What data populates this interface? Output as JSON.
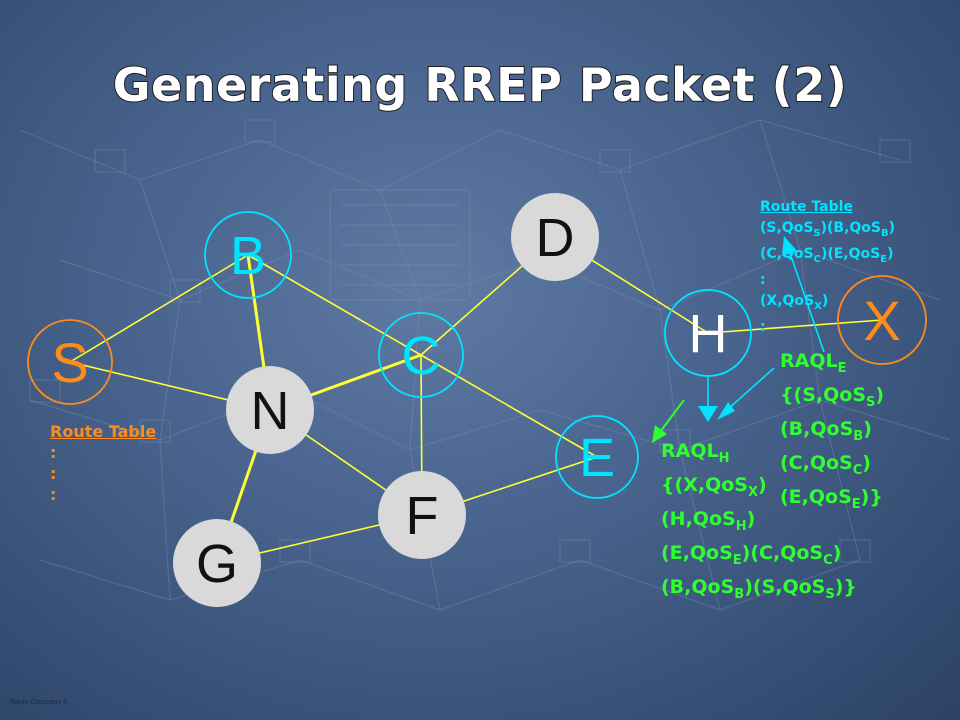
{
  "title": "Generating RREP Packet (2)",
  "footer": "Route Discovery 8",
  "colors": {
    "node_fill": "#d9d9d9",
    "edge": "#ffff33",
    "cyan": "#00e5ff",
    "orange": "#ff8c1a",
    "green": "#2fff2f"
  },
  "nodes": {
    "S": "S",
    "B": "B",
    "C": "C",
    "D": "D",
    "N": "N",
    "E": "E",
    "F": "F",
    "G": "G",
    "H": "H",
    "X": "X"
  },
  "left_route_table": {
    "title": "Route Table",
    "dots": [
      ":",
      ":",
      ":"
    ]
  },
  "right_route_table": {
    "title": "Route Table",
    "lines": [
      [
        [
          "(S,QoS",
          "S",
          ")(B,QoS",
          "B",
          ")"
        ]
      ],
      [
        [
          "(C,QoS",
          "C",
          ")(E,QoS",
          "E",
          ")"
        ]
      ],
      [
        [
          ":"
        ]
      ],
      [
        [
          "(X,QoS",
          "X",
          ")"
        ]
      ],
      [
        [
          ":"
        ]
      ]
    ]
  },
  "raql_e": {
    "head": [
      "RAQL",
      "E"
    ],
    "lines": [
      [
        "{(S,QoS",
        "S",
        ")"
      ],
      [
        "(B,QoS",
        "B",
        ")"
      ],
      [
        "(C,QoS",
        "C",
        ")"
      ],
      [
        "(E,QoS",
        "E",
        ")}"
      ]
    ]
  },
  "raql_h": {
    "head": [
      "RAQL",
      "H"
    ],
    "lines": [
      [
        "{(X,QoS",
        "X",
        ")"
      ],
      [
        "(H,QoS",
        "H",
        ")"
      ],
      [
        "(E,QoS",
        "E",
        ")(C,QoS",
        "C",
        ")"
      ],
      [
        "(B,QoS",
        "B",
        ")(S,QoS",
        "S",
        ")}"
      ]
    ]
  }
}
